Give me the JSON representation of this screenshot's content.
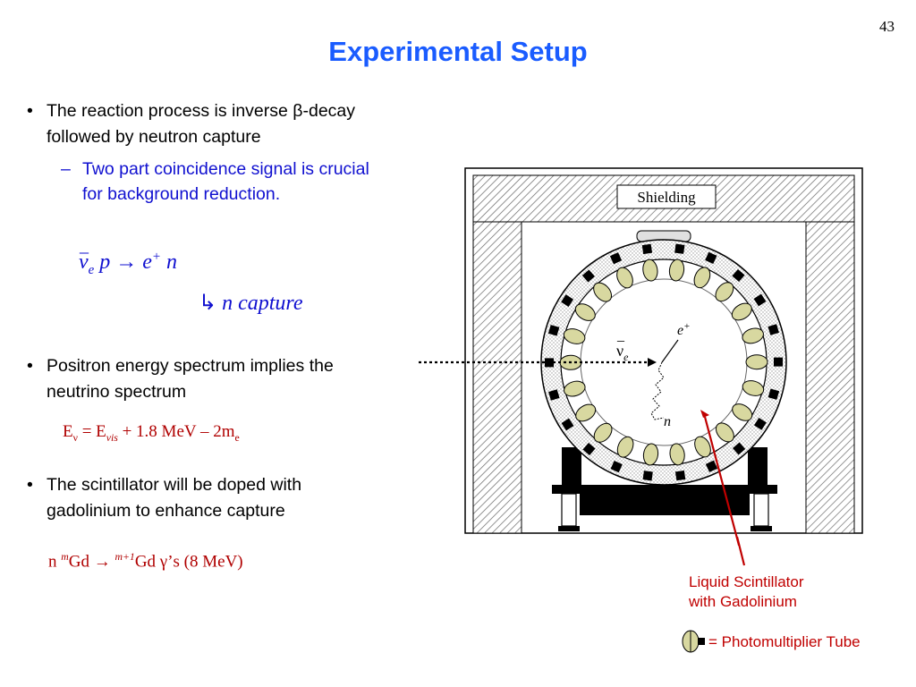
{
  "slide_number": "43",
  "title": "Experimental Setup",
  "bullets": [
    {
      "text": "The reaction  process is inverse β-decay followed by neutron capture"
    },
    {
      "text": "Positron energy spectrum implies the neutrino spectrum"
    },
    {
      "text": "The scintillator will be doped with gadolinium to enhance capture"
    }
  ],
  "sub_bullet": "Two part coincidence signal is crucial for background reduction.",
  "reaction_equation": {
    "nu": "ν",
    "nu_sub": "e",
    "p": "p",
    "arrow": "→",
    "e": "e",
    "e_sup": "+",
    "n": "n",
    "capture_arrow": "↳",
    "capture_text": "n capture"
  },
  "energy_formula": {
    "E1": "E",
    "nu": "ν",
    "eq": " = E",
    "vis": "vis",
    "rest": " + 1.8 MeV – 2m",
    "e": "e"
  },
  "gd_formula": {
    "n": "n ",
    "m": "m",
    "gd1": "Gd → ",
    "m1": "m+1",
    "gd2": "Gd ",
    "gamma": "γ",
    "rest": "’s (8 MeV)"
  },
  "diagram": {
    "shielding_label": "Shielding",
    "nu_label": "ν",
    "nu_sub": "e",
    "e_label": "e",
    "e_sup": "+",
    "n_label": "n"
  },
  "caption_scintillator": [
    "Liquid Scintillator",
    "with Gadolinium"
  ],
  "legend_text": "= Photomultiplier Tube",
  "colors": {
    "title": "#1a5cff",
    "sub_bullet": "#1010d0",
    "formula": "#b00000",
    "caption": "#c00000",
    "pmt_fill": "#d8d8a0"
  }
}
